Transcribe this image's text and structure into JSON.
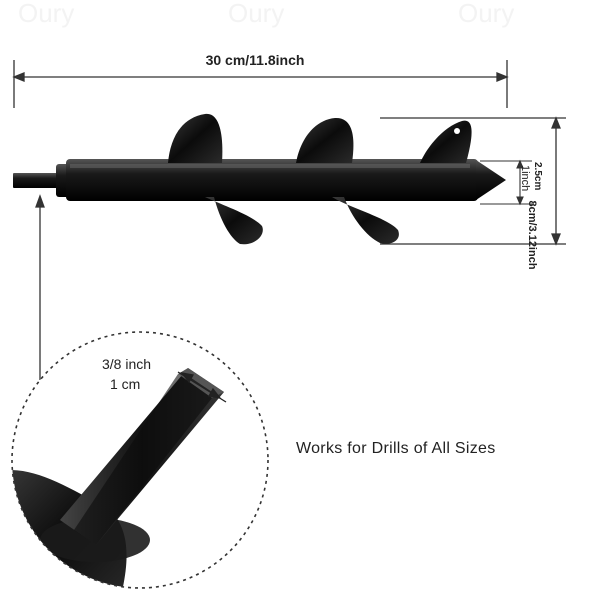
{
  "dimensions": {
    "length_label": "30 cm/11.8inch",
    "outer_diameter_label": "8cm/3.12inch",
    "shaft_diameter_label_cm": "2.5cm",
    "shaft_diameter_label_inch": "1inch"
  },
  "shank": {
    "size_inch": "3/8 inch",
    "size_cm": "1 cm"
  },
  "tagline": "Works for Drills of All Sizes",
  "colors": {
    "metal": "#0d0d0d",
    "dimension_line": "#333333",
    "background": "#ffffff"
  }
}
